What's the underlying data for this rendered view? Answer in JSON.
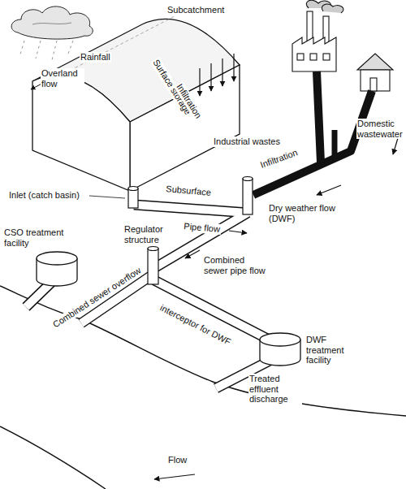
{
  "diagram": {
    "labels": [
      "Subcatchment",
      "Rainfall",
      "Overland flow",
      "Surface storage",
      "Infiltration",
      "Industrial wastes",
      "Domestic wastewater",
      "Inlet (catch basin)",
      "Subsurface",
      "Pipe flow",
      "Infiltration",
      "Dry weather flow (DWF)",
      "CSO treatment facility",
      "Regulator structure",
      "Combined sewer pipe flow",
      "Combined sewer overflow",
      "interceptor for DWF",
      "DWF treatment facility",
      "Treated effluent discharge",
      "Flow"
    ]
  }
}
